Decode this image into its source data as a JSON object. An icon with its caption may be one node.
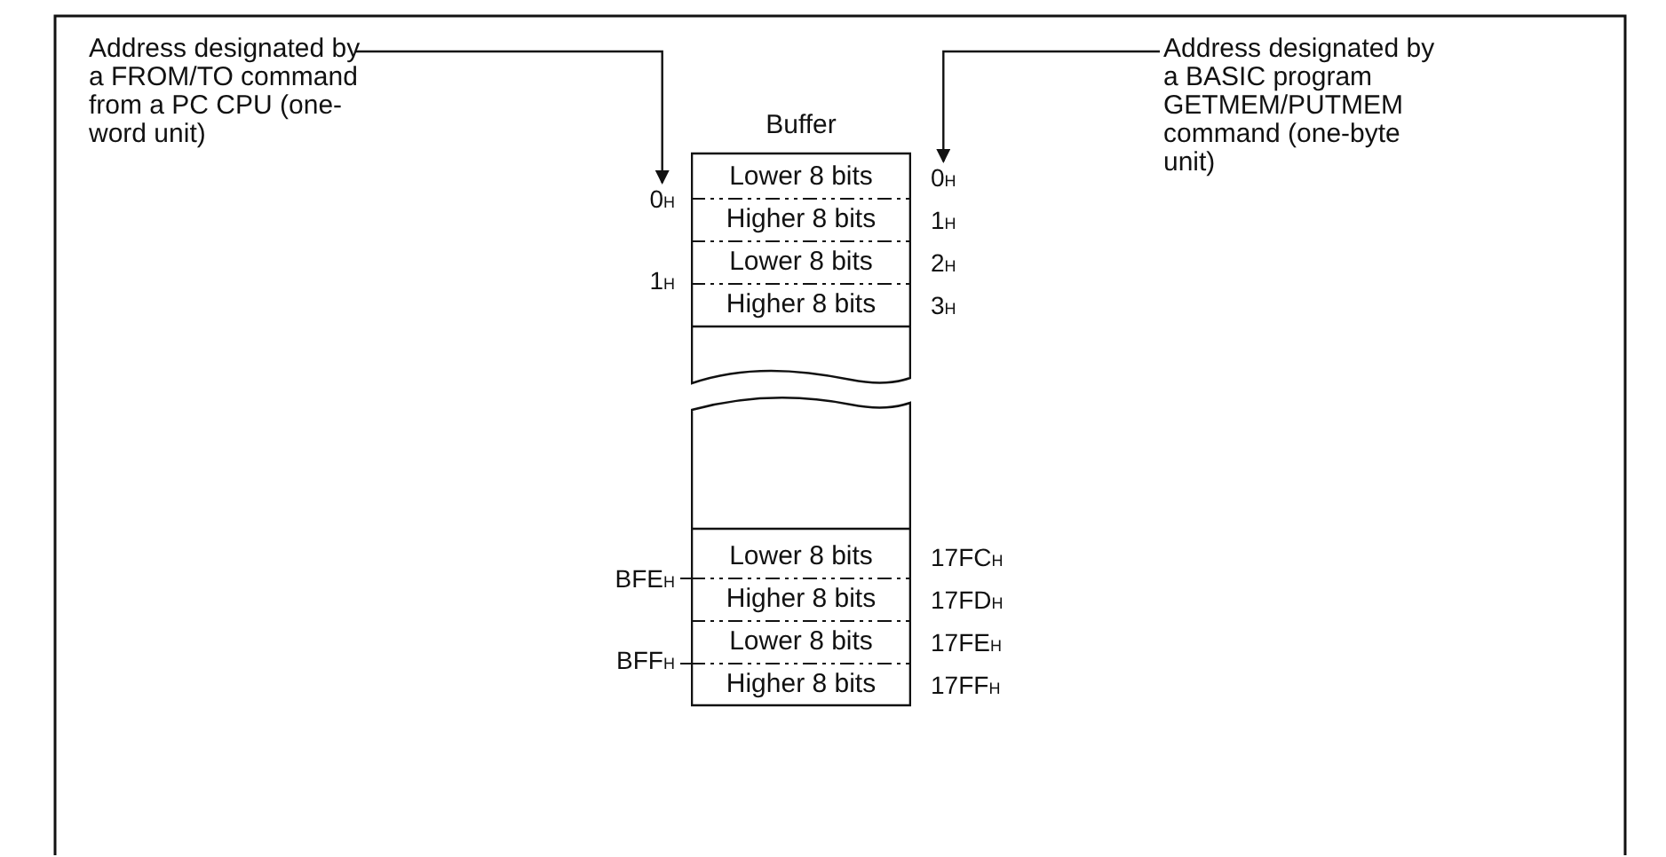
{
  "diagram": {
    "nodes": [
      {
        "text": [
          "Address designated by a FROM/TO command from a PC CPU (one-word unit)"
        ]
      },
      {
        "text": [
          "Address designated by a BASIC program GETMEM/PUTMEM command (one-byte unit)"
        ]
      },
      {
        "text": [
          "0$_{H}$"
        ]
      },
      {
        "text": [
          "0$_{H}$"
        ]
      },
      {
        "text": [
          "Buffer"
        ]
      },
      {
        "text": [
          "Lower 8 bits"
        ],
        "in": 4
      },
      {
        "text": [
          "Higher 8 bits"
        ],
        "in": 4
      },
      {
        "text": [
          "Lower 8 bits"
        ],
        "in": 4
      },
      {
        "text": [
          "Higher 8 bits"
        ],
        "in": 4
      },
      {
        "text": [
          "Lower 8 bits"
        ],
        "in": 4
      },
      {
        "text": [
          "Higher 8 bits"
        ],
        "in": 4
      },
      {
        "text": [
          "Lower 8 bits"
        ],
        "in": 4
      },
      {
        "text": [
          "Higher 8 bits"
        ],
        "in": 4
      }
    ],
    "edges": [
      {
        "from": 0,
        "to": 2,
        "arrow": "to"
      },
      {
        "from": 1,
        "to": 3,
        "arrow": "to"
      }
    ],
    "labels": [
      "1$_{H}$",
      "1$_{H}$",
      "2$_{H}$",
      "3$_{H}$",
      "BFE$_{H}$",
      "17FC$_{H}$",
      "17FD$_{H}$",
      "BFF$_{H}$",
      "17FE$_{H}$",
      "17FF$_{H}$"
    ]
  }
}
